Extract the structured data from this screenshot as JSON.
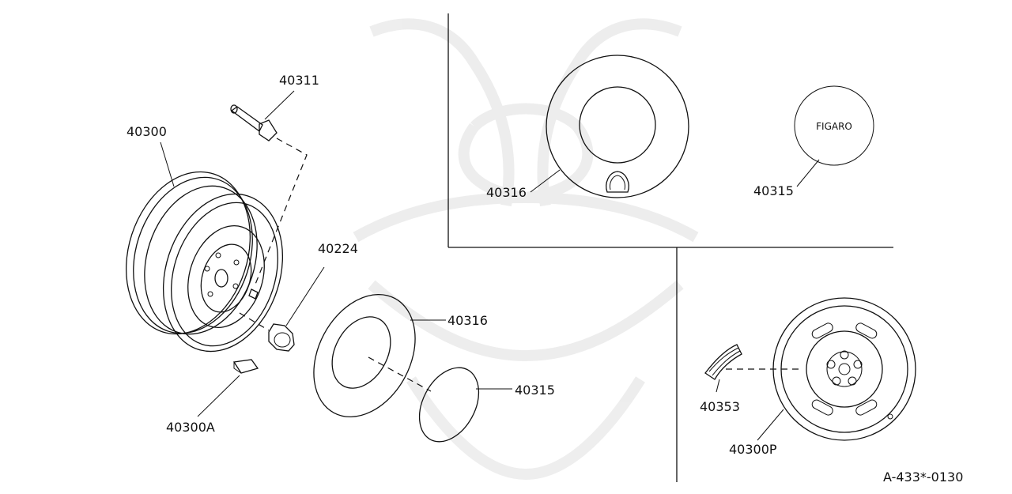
{
  "parts": {
    "p40311": "40311",
    "p40300": "40300",
    "p40224": "40224",
    "p40316_main": "40316",
    "p40315_main": "40315",
    "p40300A": "40300A",
    "p40316_inset": "40316",
    "p40315_inset": "40315",
    "p40353": "40353",
    "p40300P": "40300P"
  },
  "emblem_text": "FIGARO",
  "diagram_code": "A-433*-0130",
  "colors": {
    "line": "#111111",
    "watermark": "#ececec",
    "background": "#ffffff"
  }
}
